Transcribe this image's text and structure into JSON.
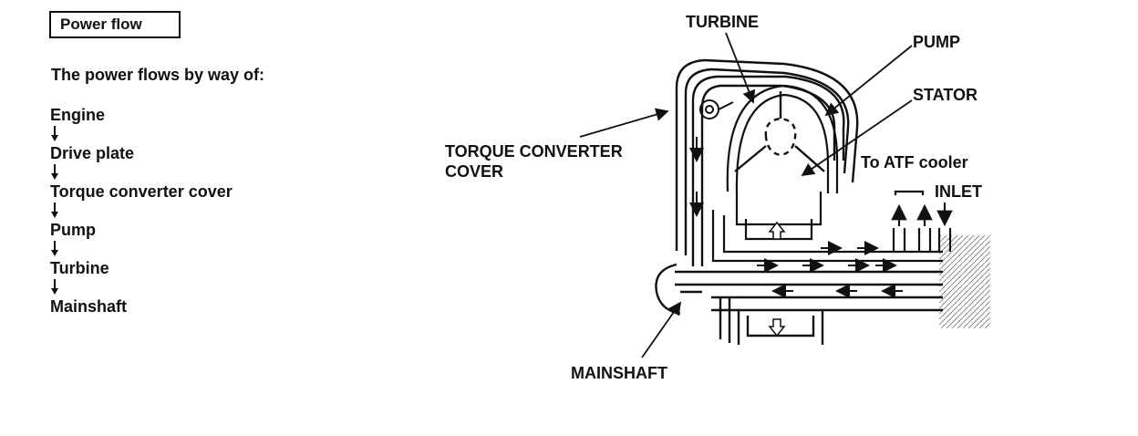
{
  "section_title": "Power flow",
  "intro": "The power flows by way of:",
  "flow_steps": [
    "Engine",
    "Drive plate",
    "Torque converter cover",
    "Pump",
    "Turbine",
    "Mainshaft"
  ],
  "diagram": {
    "labels": {
      "turbine": "TURBINE",
      "pump": "PUMP",
      "stator": "STATOR",
      "cover_line1": "TORQUE CONVERTER",
      "cover_line2": "COVER",
      "atf_cooler": "To ATF cooler",
      "inlet": "INLET",
      "mainshaft": "MAINSHAFT"
    }
  }
}
